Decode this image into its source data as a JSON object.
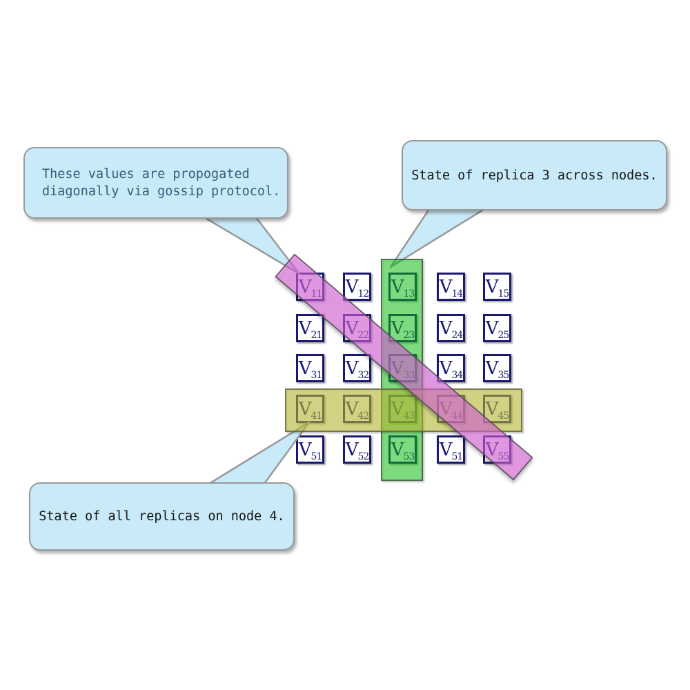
{
  "diagram_title": "replicated state matrix with gossip propagation",
  "matrix": {
    "letter": "V",
    "rows": [
      [
        "11",
        "12",
        "13",
        "14",
        "15"
      ],
      [
        "21",
        "22",
        "23",
        "24",
        "25"
      ],
      [
        "31",
        "32",
        "33",
        "34",
        "35"
      ],
      [
        "41",
        "42",
        "43",
        "44",
        "45"
      ],
      [
        "51",
        "52",
        "53",
        "51",
        "55"
      ]
    ],
    "cell_border_color": "#191970",
    "cell_fill": "#ffffff",
    "label_color": "#191970"
  },
  "highlights": {
    "replica_column": {
      "label": "replica-3-column",
      "fill": "rgba(10,215,10,0.45)",
      "stroke": "rgba(55,75,55,0.75)"
    },
    "node_row": {
      "label": "node-4-row",
      "fill": "rgba(205,205,53,0.52)",
      "stroke": "rgba(85,85,55,0.75)"
    },
    "diagonal": {
      "label": "gossip-diagonal",
      "fill": "rgba(237,108,237,0.55)",
      "stroke": "rgba(70,70,70,0.75)"
    }
  },
  "callouts": [
    {
      "id": "gossip",
      "lines": [
        "These values are propogated",
        "diagonally via gossip protocol."
      ],
      "text_color": "#316073",
      "fill": "#c9eaf9",
      "border_color": "#999999"
    },
    {
      "id": "replica3",
      "lines": [
        "State of replica 3 across nodes."
      ],
      "text_color": "#141414",
      "fill": "#c9eaf9",
      "border_color": "#999999"
    },
    {
      "id": "node4",
      "lines": [
        "State of all replicas on node 4."
      ],
      "text_color": "#141414",
      "fill": "#c9eaf9",
      "border_color": "#999999"
    }
  ]
}
